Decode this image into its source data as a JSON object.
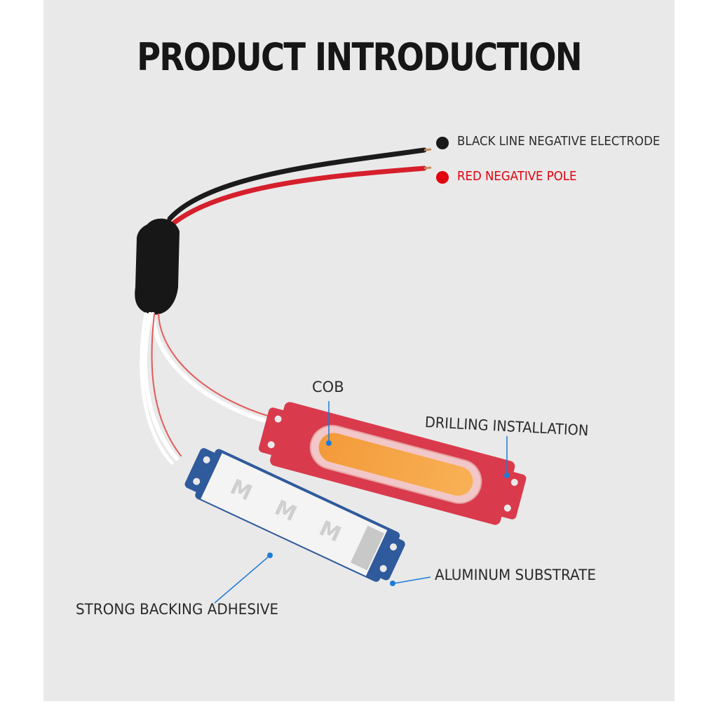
{
  "title": "PRODUCT INTRODUCTION",
  "legend": {
    "black_line": {
      "label": "BLACK LINE NEGATIVE ELECTRODE",
      "color": "#1a1a1a"
    },
    "red_line": {
      "label": "RED NEGATIVE POLE",
      "color": "#e3000f"
    }
  },
  "callouts": {
    "cob": "COB",
    "drilling": "DRILLING INSTALLATION",
    "aluminum": "ALUMINUM SUBSTRATE",
    "adhesive": "STRONG BACKING ADHESIVE"
  },
  "colors": {
    "background": "#e9e9e9",
    "module_red": "#d93a4c",
    "cob_orange": "#f7a540",
    "module_blue": "#2f5a9c",
    "callout_blue": "#1e7bd8"
  }
}
